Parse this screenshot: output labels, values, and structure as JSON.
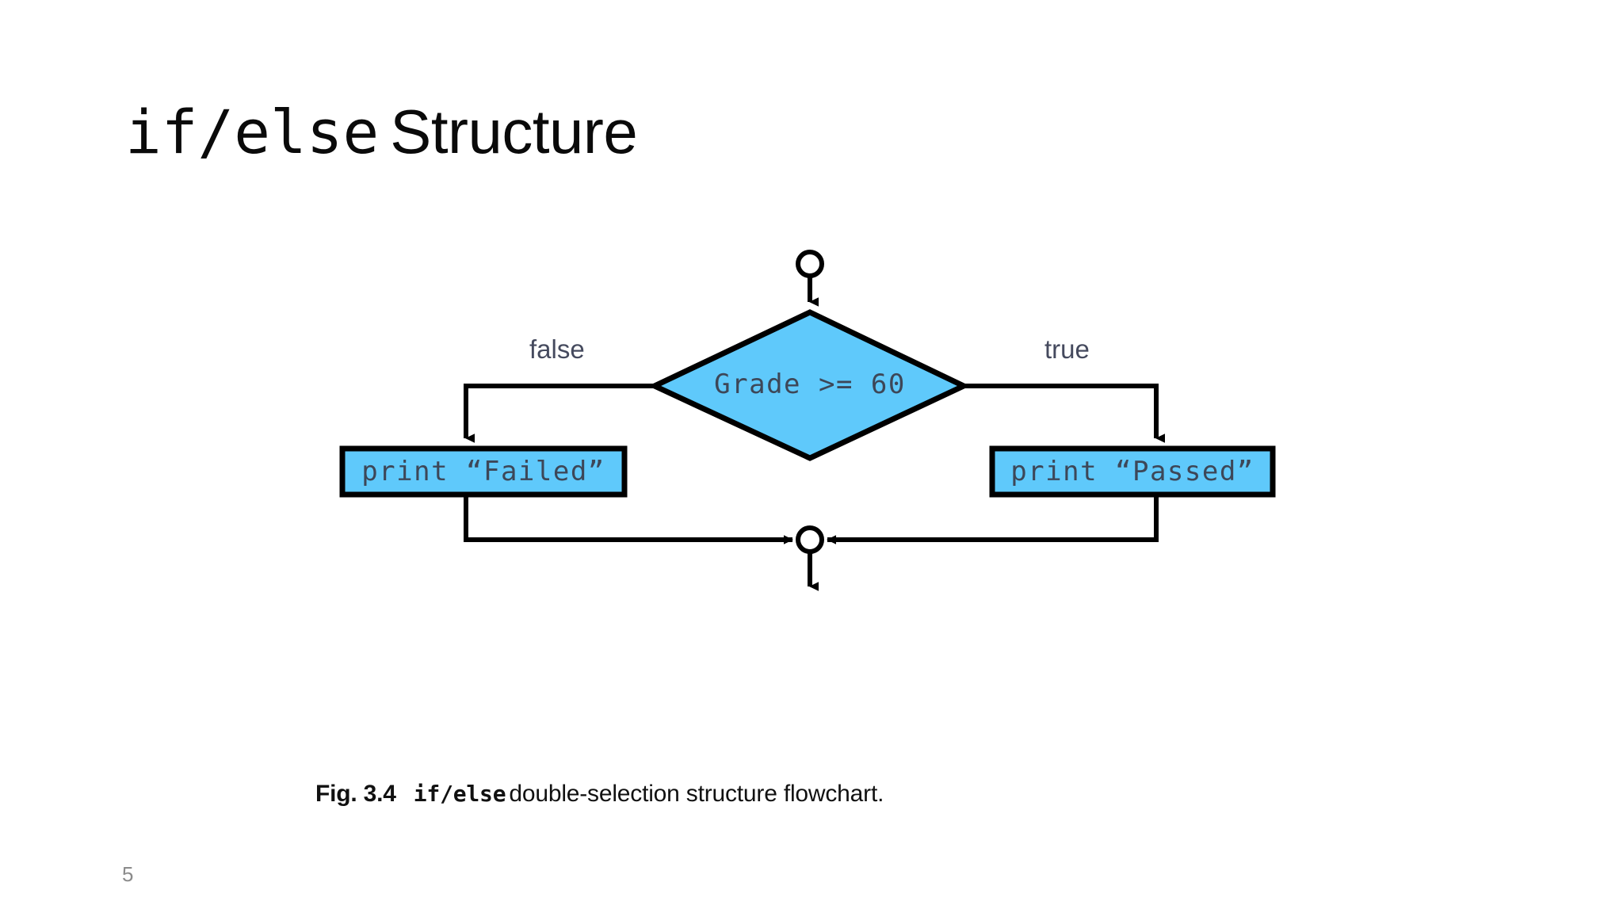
{
  "slide": {
    "background_color": "#ffffff",
    "page_number": "5"
  },
  "title": {
    "mono_part": "if/else",
    "sans_part": "Structure",
    "color": "#0a0a0a"
  },
  "flowchart": {
    "type": "diagram",
    "shape_fill_color": "#5FC9FB",
    "shape_stroke_color": "#000000",
    "node_text_color": "#3d4758",
    "branch_label_color": "#454a5e",
    "nodes": [
      {
        "id": "start-connector",
        "kind": "connector-circle",
        "label": ""
      },
      {
        "id": "decision",
        "kind": "diamond",
        "label": "Grade >= 60"
      },
      {
        "id": "false-action",
        "kind": "process-box",
        "label": "print “Failed”"
      },
      {
        "id": "true-action",
        "kind": "process-box",
        "label": "print “Passed”"
      },
      {
        "id": "merge-connector",
        "kind": "connector-circle",
        "label": ""
      }
    ],
    "edges": [
      {
        "from": "start-connector",
        "to": "decision",
        "label": ""
      },
      {
        "from": "decision",
        "to": "false-action",
        "label": "false"
      },
      {
        "from": "decision",
        "to": "true-action",
        "label": "true"
      },
      {
        "from": "false-action",
        "to": "merge-connector",
        "label": ""
      },
      {
        "from": "true-action",
        "to": "merge-connector",
        "label": ""
      },
      {
        "from": "merge-connector",
        "to": "exit",
        "label": ""
      }
    ],
    "branch_labels": {
      "left": "false",
      "right": "true"
    }
  },
  "caption": {
    "figure_number": "Fig. 3.4",
    "mono_term": "if/else",
    "rest": "double-selection structure flowchart."
  }
}
